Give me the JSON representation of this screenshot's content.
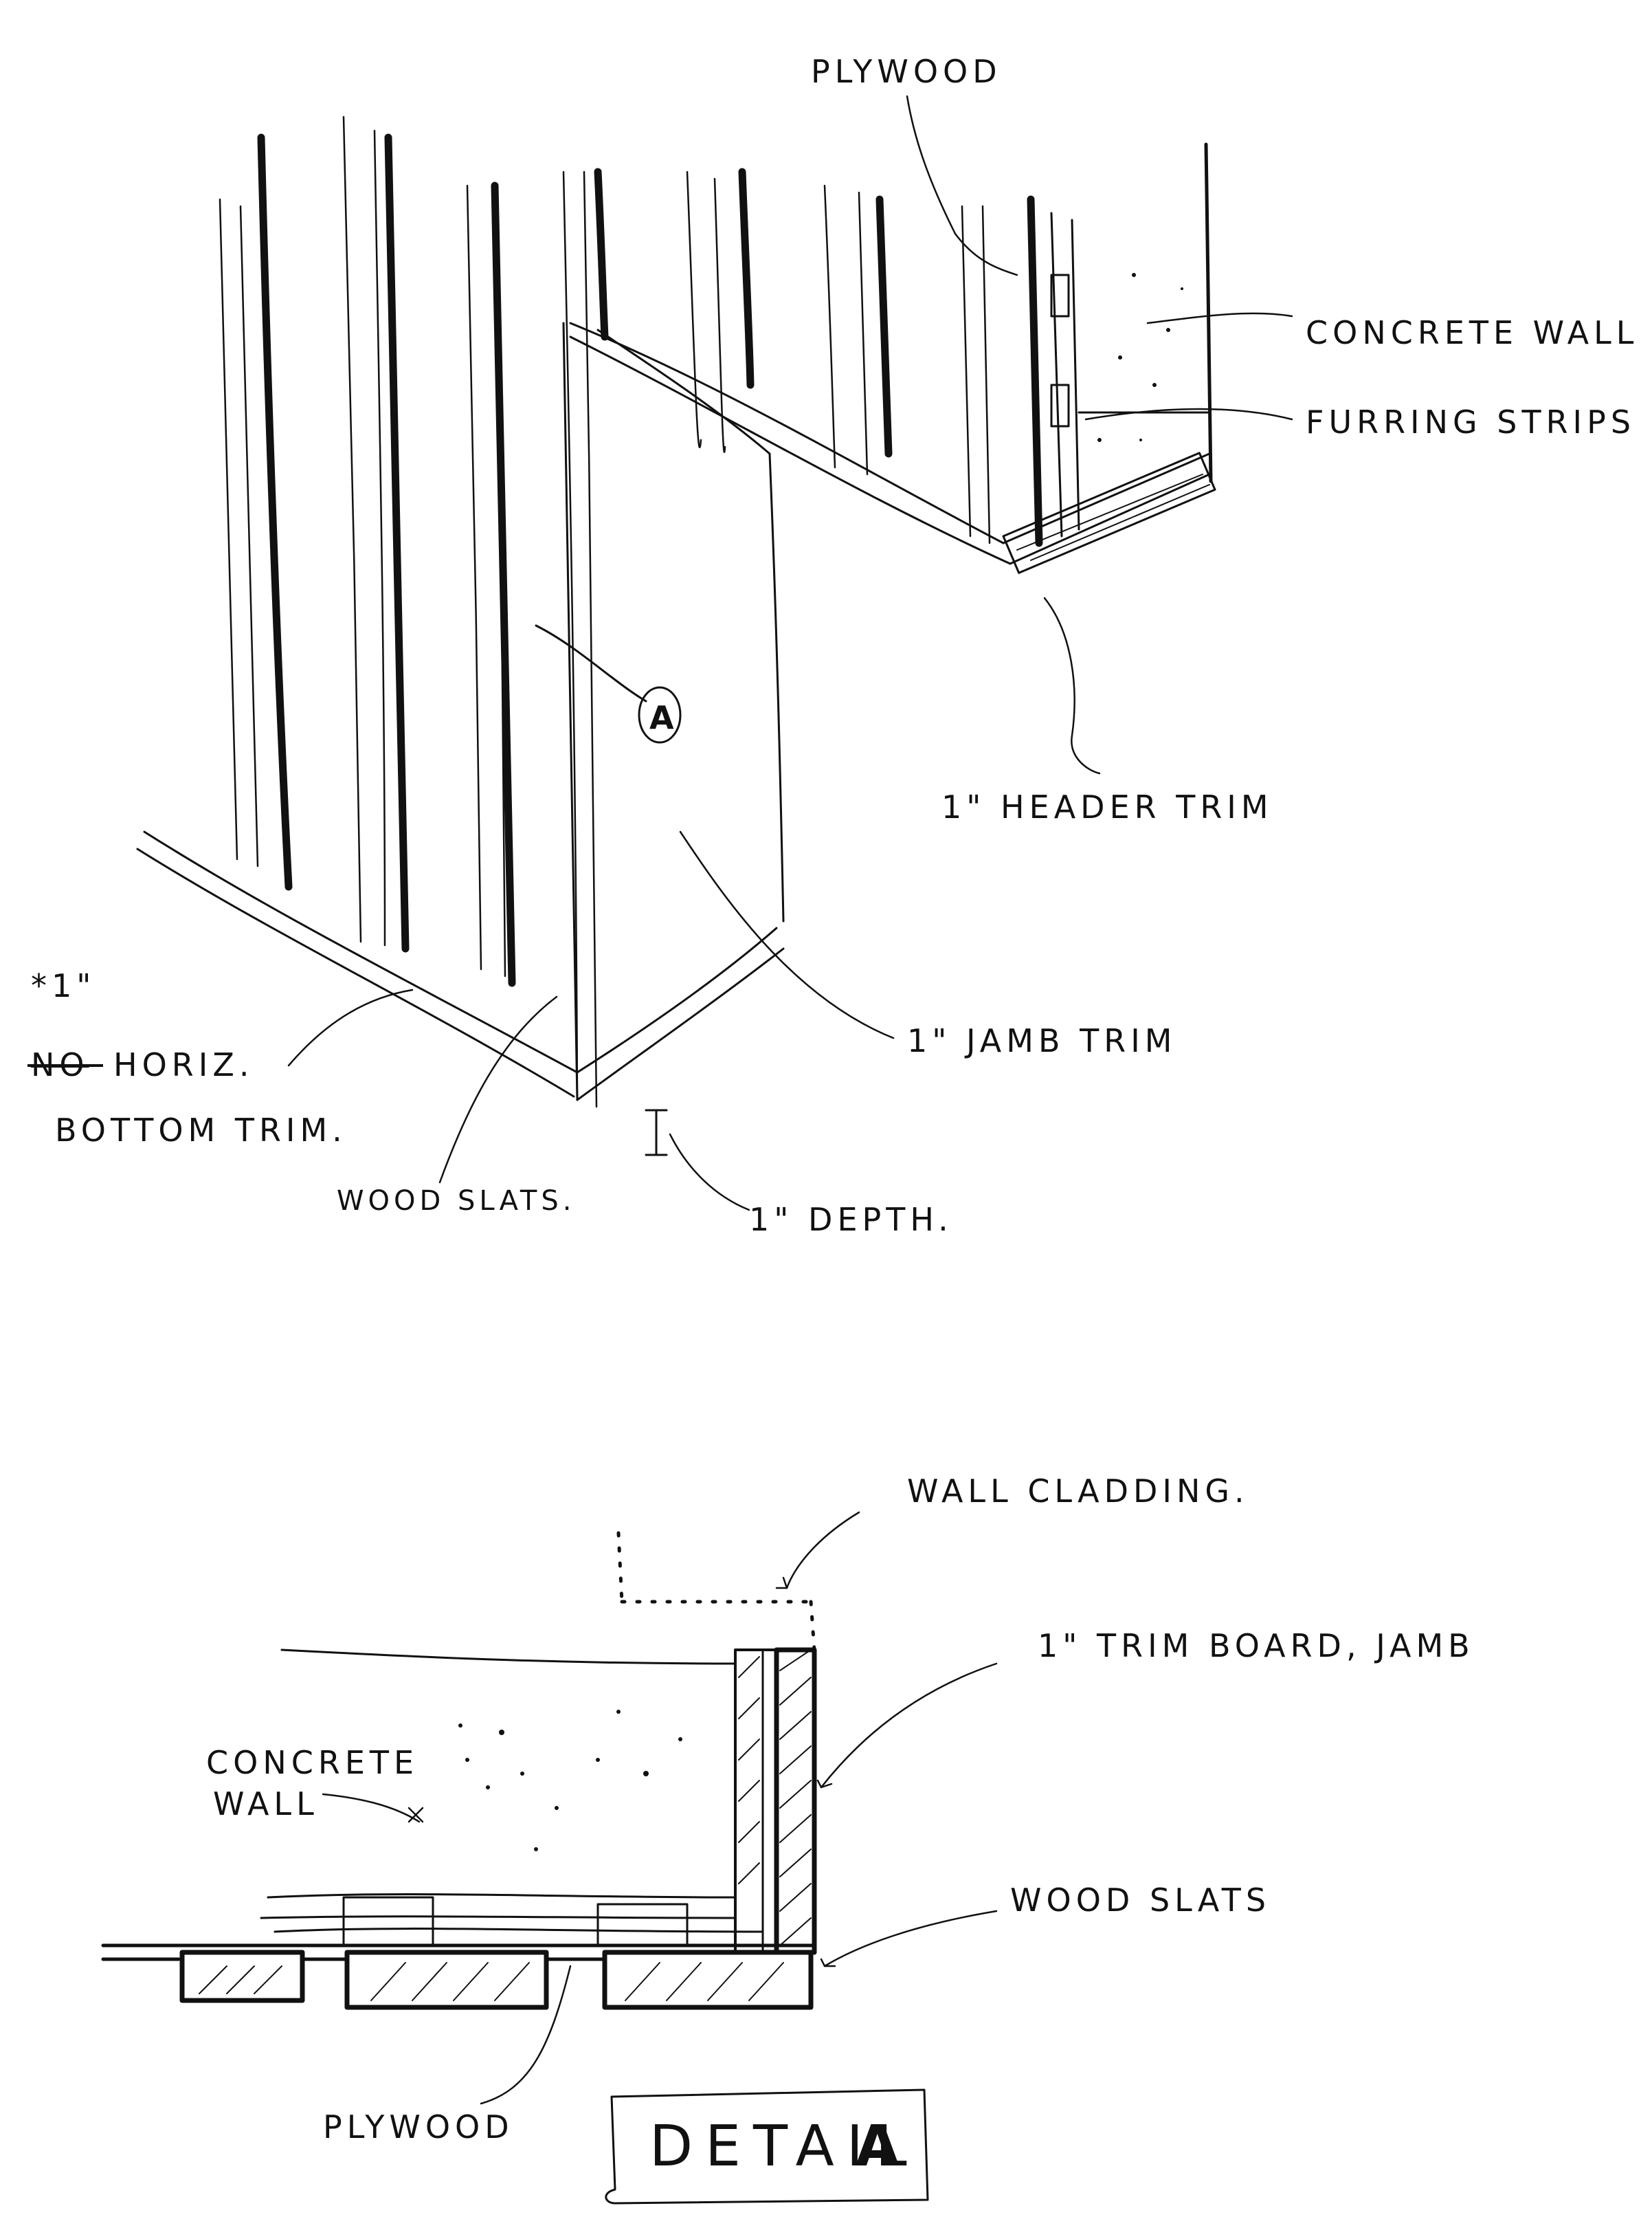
{
  "elevation_sketch": {
    "labels": {
      "plywood_top": "PLYWOOD",
      "concrete_wall_top": "CONCRETE WALL",
      "furring_strips": "FURRING STRIPS",
      "header_trim": "1\" HEADER TRIM",
      "jamb_trim": "1\" JAMB TRIM",
      "bottom_trim_prefix": "*1\"",
      "bottom_trim_struck": "NO",
      "bottom_trim_tail": "HORIZ.",
      "bottom_trim_line2": "BOTTOM TRIM.",
      "wood_slats_top": "WOOD SLATS.",
      "depth": "1\" DEPTH.",
      "callout_a": "A"
    }
  },
  "section_detail": {
    "labels": {
      "wall_cladding": "WALL CLADDING.",
      "trim_board_jamb": "1\" TRIM BOARD, JAMB",
      "concrete_wall_line1": "CONCRETE",
      "concrete_wall_line2": "WALL",
      "wood_slats": "WOOD SLATS",
      "plywood": "PLYWOOD"
    },
    "title_block": {
      "title": "DETAIL",
      "letter": "A"
    }
  },
  "colors": {
    "ink": "#111111",
    "paper": "#ffffff"
  }
}
